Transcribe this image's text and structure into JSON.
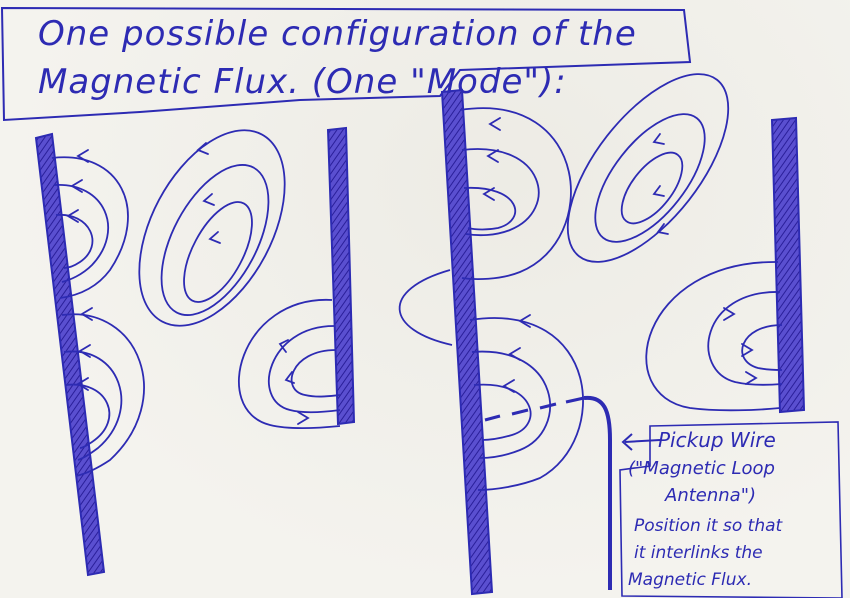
{
  "title": {
    "line1": "One possible configuration of the",
    "line2": "Magnetic Flux. (One \"Mode\"):"
  },
  "pickup": {
    "label": "Pickup Wire",
    "antenna_line1": "(\"Magnetic Loop",
    "antenna_line2": "Antenna\")",
    "note_line1": "Position it so that",
    "note_line2": "it interlinks the",
    "note_line3": "Magnetic Flux."
  },
  "colors": {
    "ink": "#2d2bb3",
    "bar_fill": "#4b3fc4",
    "paper": "#f4f3ee"
  }
}
